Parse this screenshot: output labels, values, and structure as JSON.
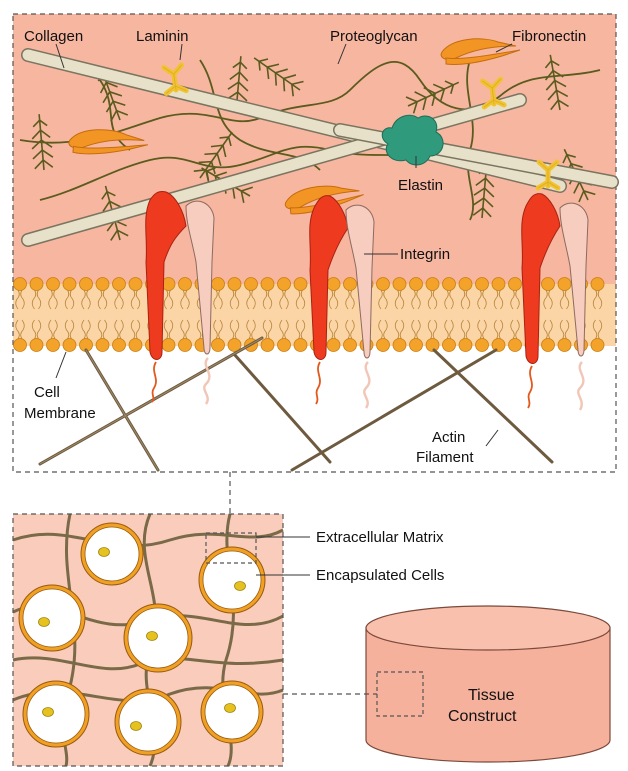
{
  "labels": {
    "collagen": "Collagen",
    "laminin": "Laminin",
    "proteoglycan": "Proteoglycan",
    "fibronectin": "Fibronectin",
    "elastin": "Elastin",
    "integrin": "Integrin",
    "cell_membrane_line1": "Cell",
    "cell_membrane_line2": "Membrane",
    "actin_line1": "Actin",
    "actin_line2": "Filament",
    "extracellular_matrix": "Extracellular Matrix",
    "encapsulated_cells": "Encapsulated Cells",
    "tissue_line1": "Tissue",
    "tissue_line2": "Construct"
  },
  "colors": {
    "ecm_background": "#f7b6a0",
    "membrane_band": "#fbd5a5",
    "lipid_head": "#f3a32a",
    "collagen_fiber": "#e7e1c9",
    "proteoglycan": "#5a5b1d",
    "laminin": "#f2c230",
    "fibronectin": "#f39524",
    "elastin": "#2f9a7c",
    "integrin_alpha": "#ee3a1e",
    "integrin_beta": "#f6cdbf",
    "actin": "#6d5a3f",
    "hydrogel": "#f9ccbc",
    "cell_ring": "#f0a022",
    "nucleus": "#e6c21e",
    "tissue_construct": "#f6b19d"
  }
}
